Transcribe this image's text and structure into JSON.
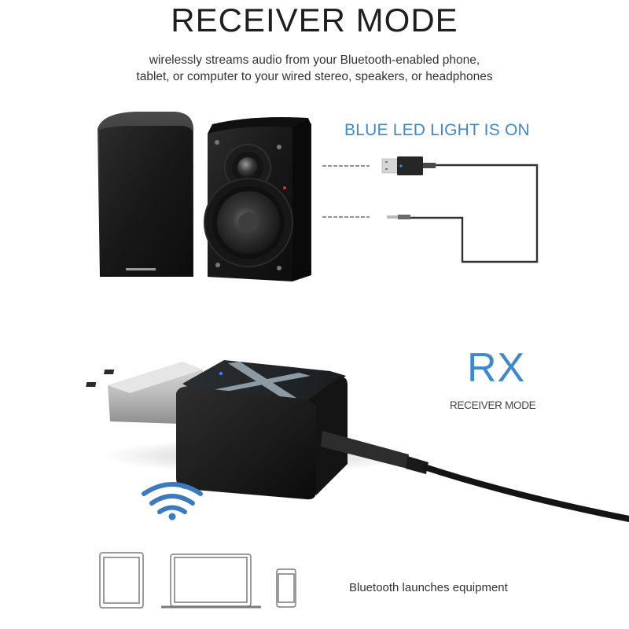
{
  "header": {
    "title": "RECEIVER MODE",
    "subtitle_lines": [
      "wirelessly streams audio from your Bluetooth-enabled phone,",
      "tablet, or computer to your wired stereo, speakers, or headphones"
    ]
  },
  "connection_diagram": {
    "caption": "BLUE LED LIGHT IS ON",
    "connectors": [
      "usb-plug",
      "3.5mm-aux-plug"
    ]
  },
  "mode_label": {
    "code": "RX",
    "name": "RECEIVER MODE"
  },
  "footer": {
    "devices": [
      "tablet",
      "laptop",
      "phone"
    ],
    "caption": "Bluetooth launches equipment"
  },
  "colors": {
    "accent_blue": "#3f88cc",
    "text_dark": "#1f1f1f",
    "text_gray": "#333333",
    "device_black": "#1b1b1b",
    "background": "#ffffff"
  },
  "icons": {
    "wireless": "wifi-signal-icon",
    "led": "blue-led-indicator"
  }
}
